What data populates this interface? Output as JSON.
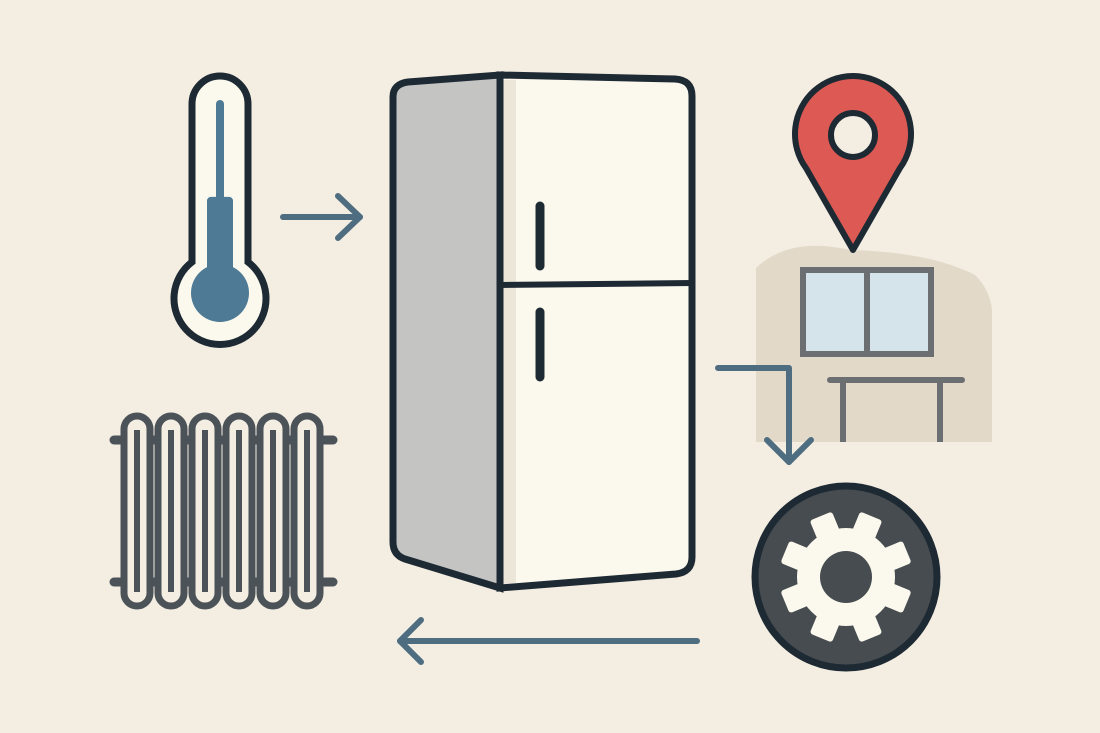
{
  "colors": {
    "background": "#f3ede2",
    "outline": "#1e2a33",
    "fridge_body": "#fbf9ee",
    "fridge_side": "#c4c4c2",
    "fridge_shade": "#ece6d9",
    "thermo_fill": "#4f7a95",
    "arrow": "#4f6d80",
    "pin": "#dd5a54",
    "room_bg": "#e2d9c9",
    "window_glass": "#d5e4ea",
    "furniture": "#6b6f71",
    "radiator": "#4b5359",
    "gear_disc": "#464c50",
    "gear": "#fbf9ee"
  },
  "icons": {
    "thermometer": "thermometer-icon",
    "refrigerator": "refrigerator-icon",
    "location": "location-pin-icon",
    "room": "room-window-table-icon",
    "radiator": "radiator-icon",
    "settings": "gear-icon"
  },
  "levels": {
    "thermometer_fill_fraction": 0.35
  },
  "arrows": [
    {
      "from": "thermometer",
      "to": "refrigerator",
      "direction": "right"
    },
    {
      "from": "location",
      "to": "settings",
      "direction": "down"
    },
    {
      "from": "settings",
      "to": "radiator",
      "direction": "left"
    }
  ]
}
